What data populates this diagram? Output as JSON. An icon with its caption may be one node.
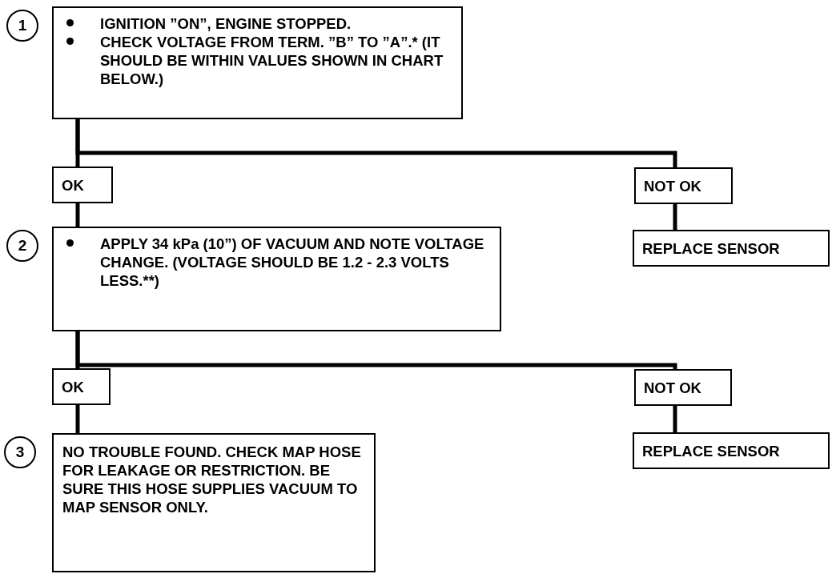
{
  "diagram": {
    "nodes": [
      {
        "text": [
          "1"
        ]
      },
      {
        "text": [
          "IGNITION ”ON”, ENGINE STOPPED.",
          "CHECK VOLTAGE FROM TERM. ”B” TO ”A”.* (IT SHOULD BE WITHIN VALUES SHOWN IN CHART BELOW.)"
        ]
      },
      {
        "text": [
          "OK"
        ]
      },
      {
        "text": [
          "NOT OK"
        ]
      },
      {
        "text": [
          "REPLACE SENSOR"
        ]
      },
      {
        "text": [
          "2"
        ]
      },
      {
        "text": [
          "APPLY 34 kPa (10”) OF VACUUM AND NOTE VOLTAGE CHANGE. (VOLTAGE SHOULD BE 1.2 - 2.3 VOLTS LESS.**)"
        ]
      },
      {
        "text": [
          "OK"
        ]
      },
      {
        "text": [
          "NOT OK"
        ]
      },
      {
        "text": [
          "REPLACE SENSOR"
        ]
      },
      {
        "text": [
          "3"
        ]
      },
      {
        "text": [
          "NO TROUBLE FOUND. CHECK MAP HOSE FOR LEAKAGE OR RESTRICTION. BE SURE THIS HOSE SUPPLIES VACUUM TO MAP SENSOR ONLY."
        ]
      }
    ],
    "edges": [
      {
        "from": 1,
        "to": 2,
        "arrow": "none"
      },
      {
        "from": 1,
        "to": 3,
        "arrow": "none"
      },
      {
        "from": 2,
        "to": 6,
        "arrow": "none"
      },
      {
        "from": 3,
        "to": 4,
        "arrow": "none"
      },
      {
        "from": 6,
        "to": 7,
        "arrow": "none"
      },
      {
        "from": 6,
        "to": 8,
        "arrow": "none"
      },
      {
        "from": 7,
        "to": 11,
        "arrow": "none"
      },
      {
        "from": 8,
        "to": 9,
        "arrow": "none"
      }
    ]
  }
}
